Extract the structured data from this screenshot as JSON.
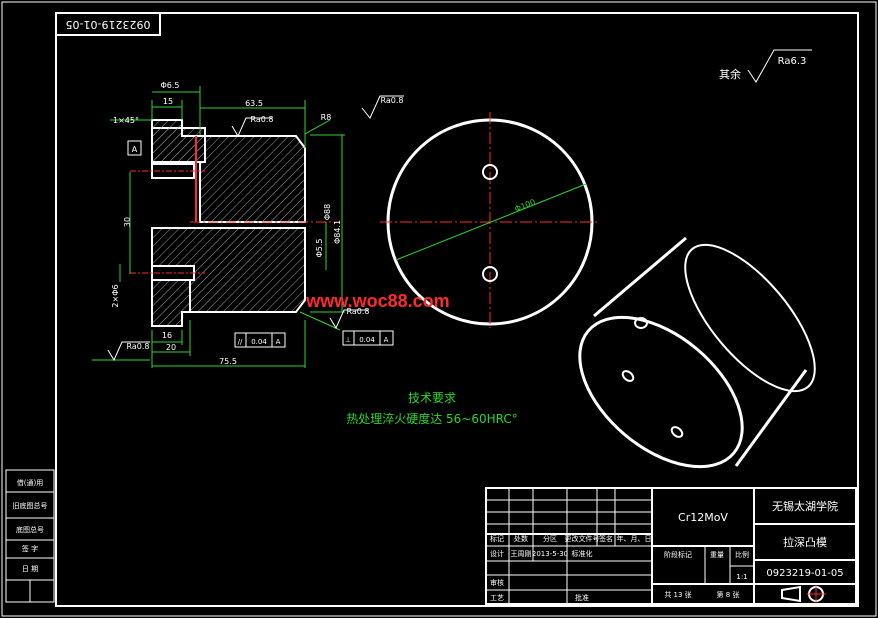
{
  "drawing_number": "0923219-01-05",
  "watermark": "www.woc88.com",
  "surface_finish": {
    "rest_label": "其余",
    "rest_value": "Ra6.3",
    "top_right": "Ra0.8",
    "top_middle": "Ra0.8",
    "bottom_left": "Ra0.8",
    "bottom_right": "Ra0.8"
  },
  "dimensions": {
    "d_36_5": "Φ6.5",
    "d_15": "15",
    "d_63_5": "63.5",
    "chamfer": "1×45°",
    "r8": "R8",
    "d_30": "30",
    "d_2x6": "2×Φ6",
    "d_16": "16",
    "d_20": "20",
    "d_75_5": "75.5",
    "d_5_5": "Φ5.5",
    "d_phi_right": "Φ84.1",
    "d_phi_right2": "Φ88",
    "d_circle": "Φ100",
    "datum": "A"
  },
  "tolerances": {
    "parallel": {
      "symbol": "//",
      "value": "0.04",
      "datum": "A"
    },
    "perp": {
      "symbol": "⊥",
      "value": "0.04",
      "datum": "A"
    }
  },
  "notes": {
    "title": "技术要求",
    "line1": "热处理淬火硬度达 56~60HRC°"
  },
  "title_block": {
    "material": "Cr12MoV",
    "school": "无锡太湖学院",
    "part_name": "拉深凸模",
    "drawing_no": "0923219-01-05",
    "scale_label": "比例",
    "scale_value": "1:1",
    "weight_label": "重量",
    "stage_label": "阶段标记",
    "headers": [
      "标记",
      "处数",
      "分区",
      "更改文件号",
      "签名",
      "年、月、日"
    ],
    "design_label": "设计",
    "designer": "王周刚",
    "design_date": "2013-5-30",
    "std_label": "标准化",
    "check_label": "审核",
    "process_label": "工艺",
    "approve_label": "批准",
    "sheet_text": "共 13 张",
    "sheet_no": "第 8 张"
  },
  "side_table": [
    "借(通)用",
    "旧底图总号",
    "底图总号",
    "签 字",
    "日 期"
  ]
}
